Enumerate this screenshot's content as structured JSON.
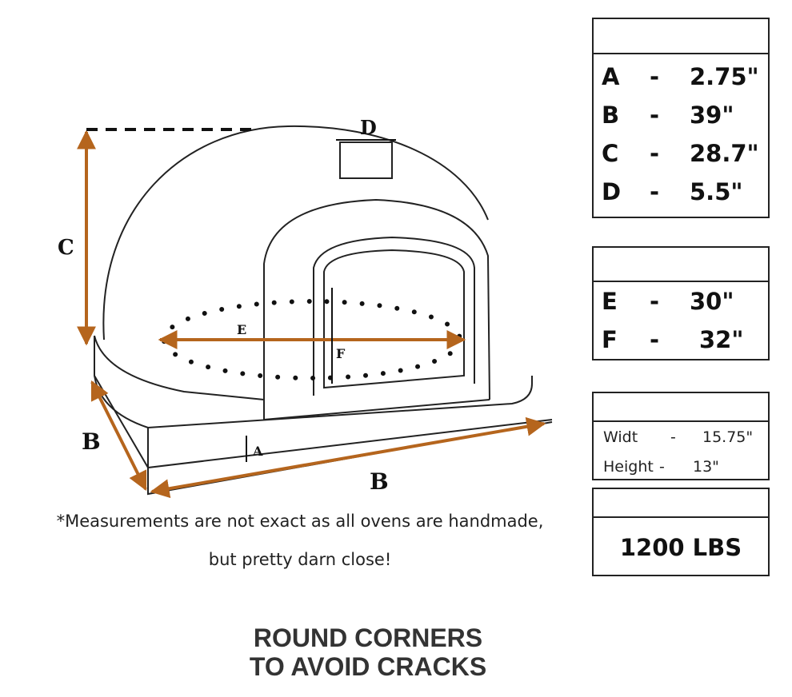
{
  "diagram": {
    "labels": {
      "A": "A",
      "B_left": "B",
      "B_bottom": "B",
      "C": "C",
      "D": "D",
      "E": "E",
      "F": "F"
    },
    "arrow_color": "#b5651d"
  },
  "dimensions": [
    {
      "key": "A",
      "value": "2.75\""
    },
    {
      "key": "B",
      "value": "39\""
    },
    {
      "key": "C",
      "value": "28.7\""
    },
    {
      "key": "D",
      "value": "5.5\""
    }
  ],
  "interior": [
    {
      "key": "E",
      "value": "30\""
    },
    {
      "key": "F",
      "value": "32\""
    }
  ],
  "door": {
    "width_label": "Widt",
    "width_value": "15.75\"",
    "height_label": "Height",
    "height_value": "13\""
  },
  "weight": "1200 LBS",
  "dash": "-",
  "note_line1": "*Measurements are not exact as all ovens are handmade,",
  "note_line2": "but pretty darn close!",
  "tagline_line1": "ROUND  CORNERS",
  "tagline_line2": "TO AVOID CRACKS"
}
